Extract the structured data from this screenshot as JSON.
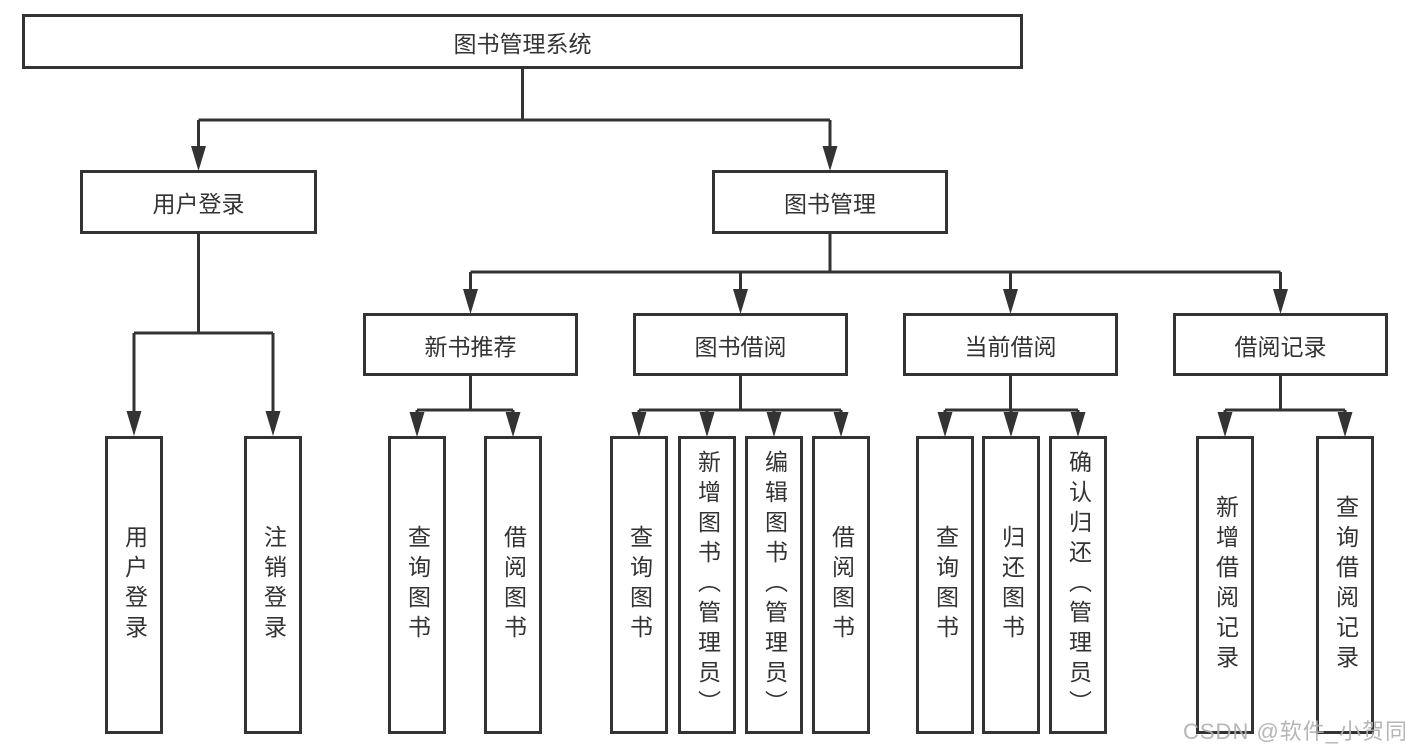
{
  "tree": {
    "root": {
      "label": "图书管理系统",
      "children": [
        {
          "label": "用户登录",
          "children": [
            {
              "label": "用户登录"
            },
            {
              "label": "注销登录"
            }
          ]
        },
        {
          "label": "图书管理",
          "children": [
            {
              "label": "新书推荐",
              "children": [
                {
                  "label": "查询图书"
                },
                {
                  "label": "借阅图书"
                }
              ]
            },
            {
              "label": "图书借阅",
              "children": [
                {
                  "label": "查询图书"
                },
                {
                  "label": "新增图书（管理员）"
                },
                {
                  "label": "编辑图书（管理员）"
                },
                {
                  "label": "借阅图书"
                }
              ]
            },
            {
              "label": "当前借阅",
              "children": [
                {
                  "label": "查询图书"
                },
                {
                  "label": "归还图书"
                },
                {
                  "label": "确认归还（管理员）"
                }
              ]
            },
            {
              "label": "借阅记录",
              "children": [
                {
                  "label": "新增借阅记录"
                },
                {
                  "label": "查询借阅记录"
                }
              ]
            }
          ]
        }
      ]
    }
  },
  "watermark": {
    "text": "CSDN @软件_小贺同学"
  },
  "colors": {
    "line": "#333333",
    "box_border": "#333333",
    "box_background": "#ffffff",
    "text": "#333333",
    "watermark": "#b0b0b0",
    "background": "#ffffff"
  }
}
